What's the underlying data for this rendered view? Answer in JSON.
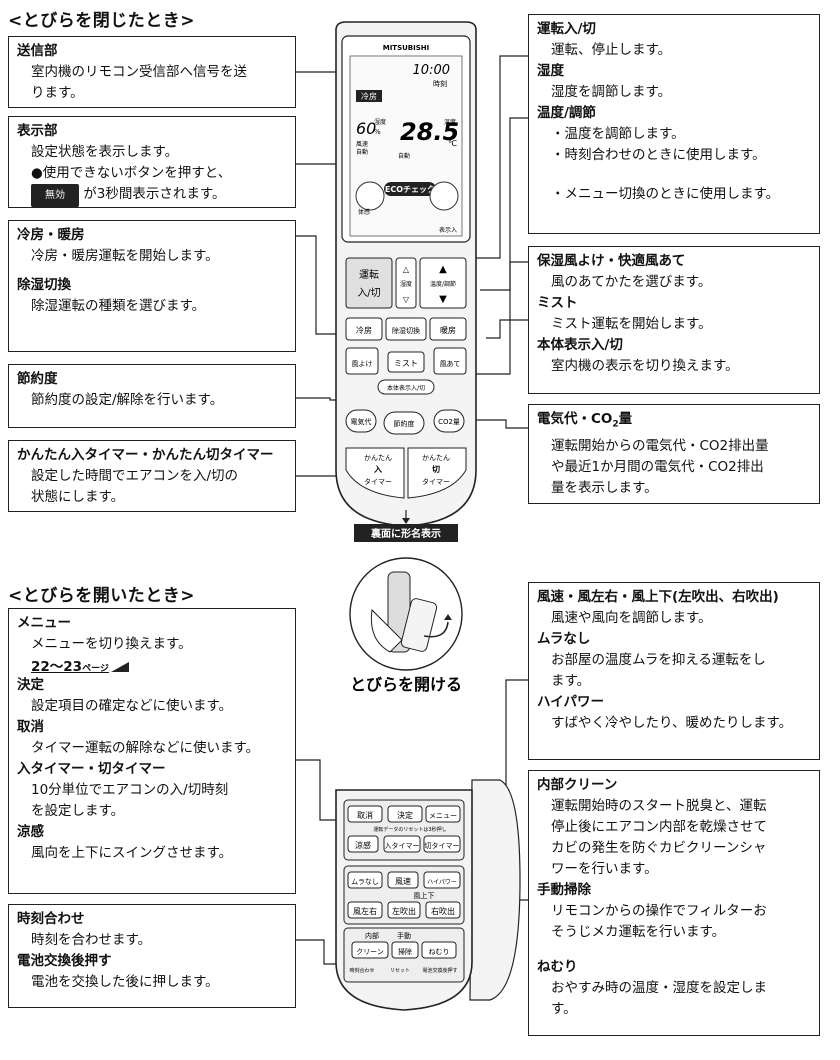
{
  "sections": {
    "closed_title": "<とびらを閉じたとき>",
    "open_title": "<とびらを開いたとき>",
    "open_caption": "とびらを開ける",
    "model_label": "裏面に形名表示"
  },
  "left_closed": {
    "transmitter": {
      "title": "送信部",
      "lines": [
        "室内機のリモコン受信部へ信号を送",
        "ります。"
      ]
    },
    "display": {
      "title": "表示部",
      "line1": "設定状態を表示します。",
      "line2": "●使用できないボタンを押すと、",
      "badge": "無効",
      "line3": "が3秒間表示されます。"
    },
    "cool_heat": {
      "title": "冷房・暖房",
      "line": "冷房・暖房運転を開始します。",
      "title2": "除湿切換",
      "line2": "除湿運転の種類を選びます。"
    },
    "saving": {
      "title": "節約度",
      "line": "節約度の設定/解除を行います。"
    },
    "timer": {
      "title": "かんたん入タイマー・かんたん切タイマー",
      "line1": "設定した時間でエアコンを入/切の",
      "line2": "状態にします。"
    }
  },
  "right_closed": {
    "power": {
      "title": "運転入/切",
      "line": "運転、停止します。"
    },
    "humidity": {
      "title": "湿度",
      "line": "湿度を調節します。"
    },
    "temp": {
      "title": "温度/調節",
      "line1": "・温度を調節します。",
      "line2": "・時刻合わせのときに使用します。",
      "line3": "・メニュー切換のときに使用します。"
    },
    "airflow": {
      "title": "保湿風よけ・快適風あて",
      "line": "風のあてかたを選びます。"
    },
    "mist": {
      "title": "ミスト",
      "line": "ミスト運転を開始します。"
    },
    "unit_display": {
      "title": "本体表示入/切",
      "line": "室内機の表示を切り換えます。"
    },
    "electricity": {
      "title": "電気代・CO",
      "title_sub": "2",
      "title_end": "量",
      "line1": "運転開始からの電気代・CO2排出量",
      "line2": "や最近1か月間の電気代・CO2排出",
      "line3": "量を表示します。"
    }
  },
  "left_open": {
    "menu": {
      "title": "メニュー",
      "line": "メニューを切り換えます。",
      "pageref": "22〜23",
      "pageref_unit": "ページ"
    },
    "decide": {
      "title": "決定",
      "line": "設定項目の確定などに使います。"
    },
    "cancel": {
      "title": "取消",
      "line": "タイマー運転の解除などに使います。"
    },
    "timers": {
      "title": "入タイマー・切タイマー",
      "line1": "10分単位でエアコンの入/切時刻",
      "line2": "を設定します。"
    },
    "swing": {
      "title": "涼感",
      "line": "風向を上下にスイングさせます。"
    },
    "clock": {
      "title": "時刻合わせ",
      "line": "時刻を合わせます。",
      "title2": "電池交換後押す",
      "line2": "電池を交換した後に押します。"
    }
  },
  "right_open": {
    "fan": {
      "title": "風速・風左右・風上下(左吹出、右吹出)",
      "line": "風速や風向を調節します。"
    },
    "even": {
      "title": "ムラなし",
      "line1": "お部屋の温度ムラを抑える運転をし",
      "line2": "ます。"
    },
    "hipower": {
      "title": "ハイパワー",
      "line": "すばやく冷やしたり、暖めたりします。"
    },
    "clean": {
      "title": "内部クリーン",
      "line1": "運転開始時のスタート脱臭と、運転",
      "line2": "停止後にエアコン内部を乾燥させて",
      "line3": "カビの発生を防ぐカビクリーンシャ",
      "line4": "ワーを行います。"
    },
    "manual": {
      "title": "手動掃除",
      "line1": "リモコンからの操作でフィルターお",
      "line2": "そうじメカ運転を行います。"
    },
    "sleep": {
      "title": "ねむり",
      "line1": "おやすみ時の温度・湿度を設定しま",
      "line2": "す。"
    }
  },
  "remote": {
    "brand": "MITSUBISHI",
    "clock": "10:00",
    "clock_label": "時刻",
    "mode": "冷房",
    "humidity_val": "60",
    "humidity_unit": "%",
    "humidity_label": "湿度",
    "temp_val": "28.5",
    "temp_unit": "℃",
    "temp_label": "温度",
    "fan_label": "風速",
    "auto_label": "自動",
    "eco": "ECOチェック",
    "body_label": "体感",
    "indoor_label": "表示入",
    "btn_power_1": "運転",
    "btn_power_2": "入/切",
    "btn_humidity": "湿度",
    "btn_temp": "温度/調節",
    "btn_cool": "冷房",
    "btn_dehum": "除湿切換",
    "btn_heat": "暖房",
    "btn_shield": "風よけ",
    "btn_mist": "ミスト",
    "btn_comfort": "風あて",
    "btn_unit_disp": "本体表示入/切",
    "btn_elec": "電気代",
    "btn_save": "節約度",
    "btn_co2": "CO2量",
    "btn_on_timer_1": "かんたん",
    "btn_on_timer_2": "入",
    "btn_on_timer_3": "タイマー",
    "btn_off_timer_1": "かんたん",
    "btn_off_timer_2": "切",
    "btn_off_timer_3": "タイマー",
    "open_cancel": "取消",
    "open_decide": "決定",
    "open_menu": "メニュー",
    "open_reset_note": "運転データのリセットは3秒押し",
    "open_swing": "涼感",
    "open_on": "入タイマー",
    "open_off": "切タイマー",
    "open_even": "ムラなし",
    "open_fan": "風速",
    "open_hipower": "ハイパワー",
    "open_updown": "風上下",
    "open_lr": "風左右",
    "open_left": "左吹出",
    "open_right": "右吹出",
    "open_internal": "内部",
    "open_manual": "手動",
    "open_clean": "クリーン",
    "open_sweep": "掃除",
    "open_sleep": "ねむり",
    "open_clock": "時刻合わせ",
    "open_reset": "リセット",
    "open_battery": "電池交換後押す"
  }
}
